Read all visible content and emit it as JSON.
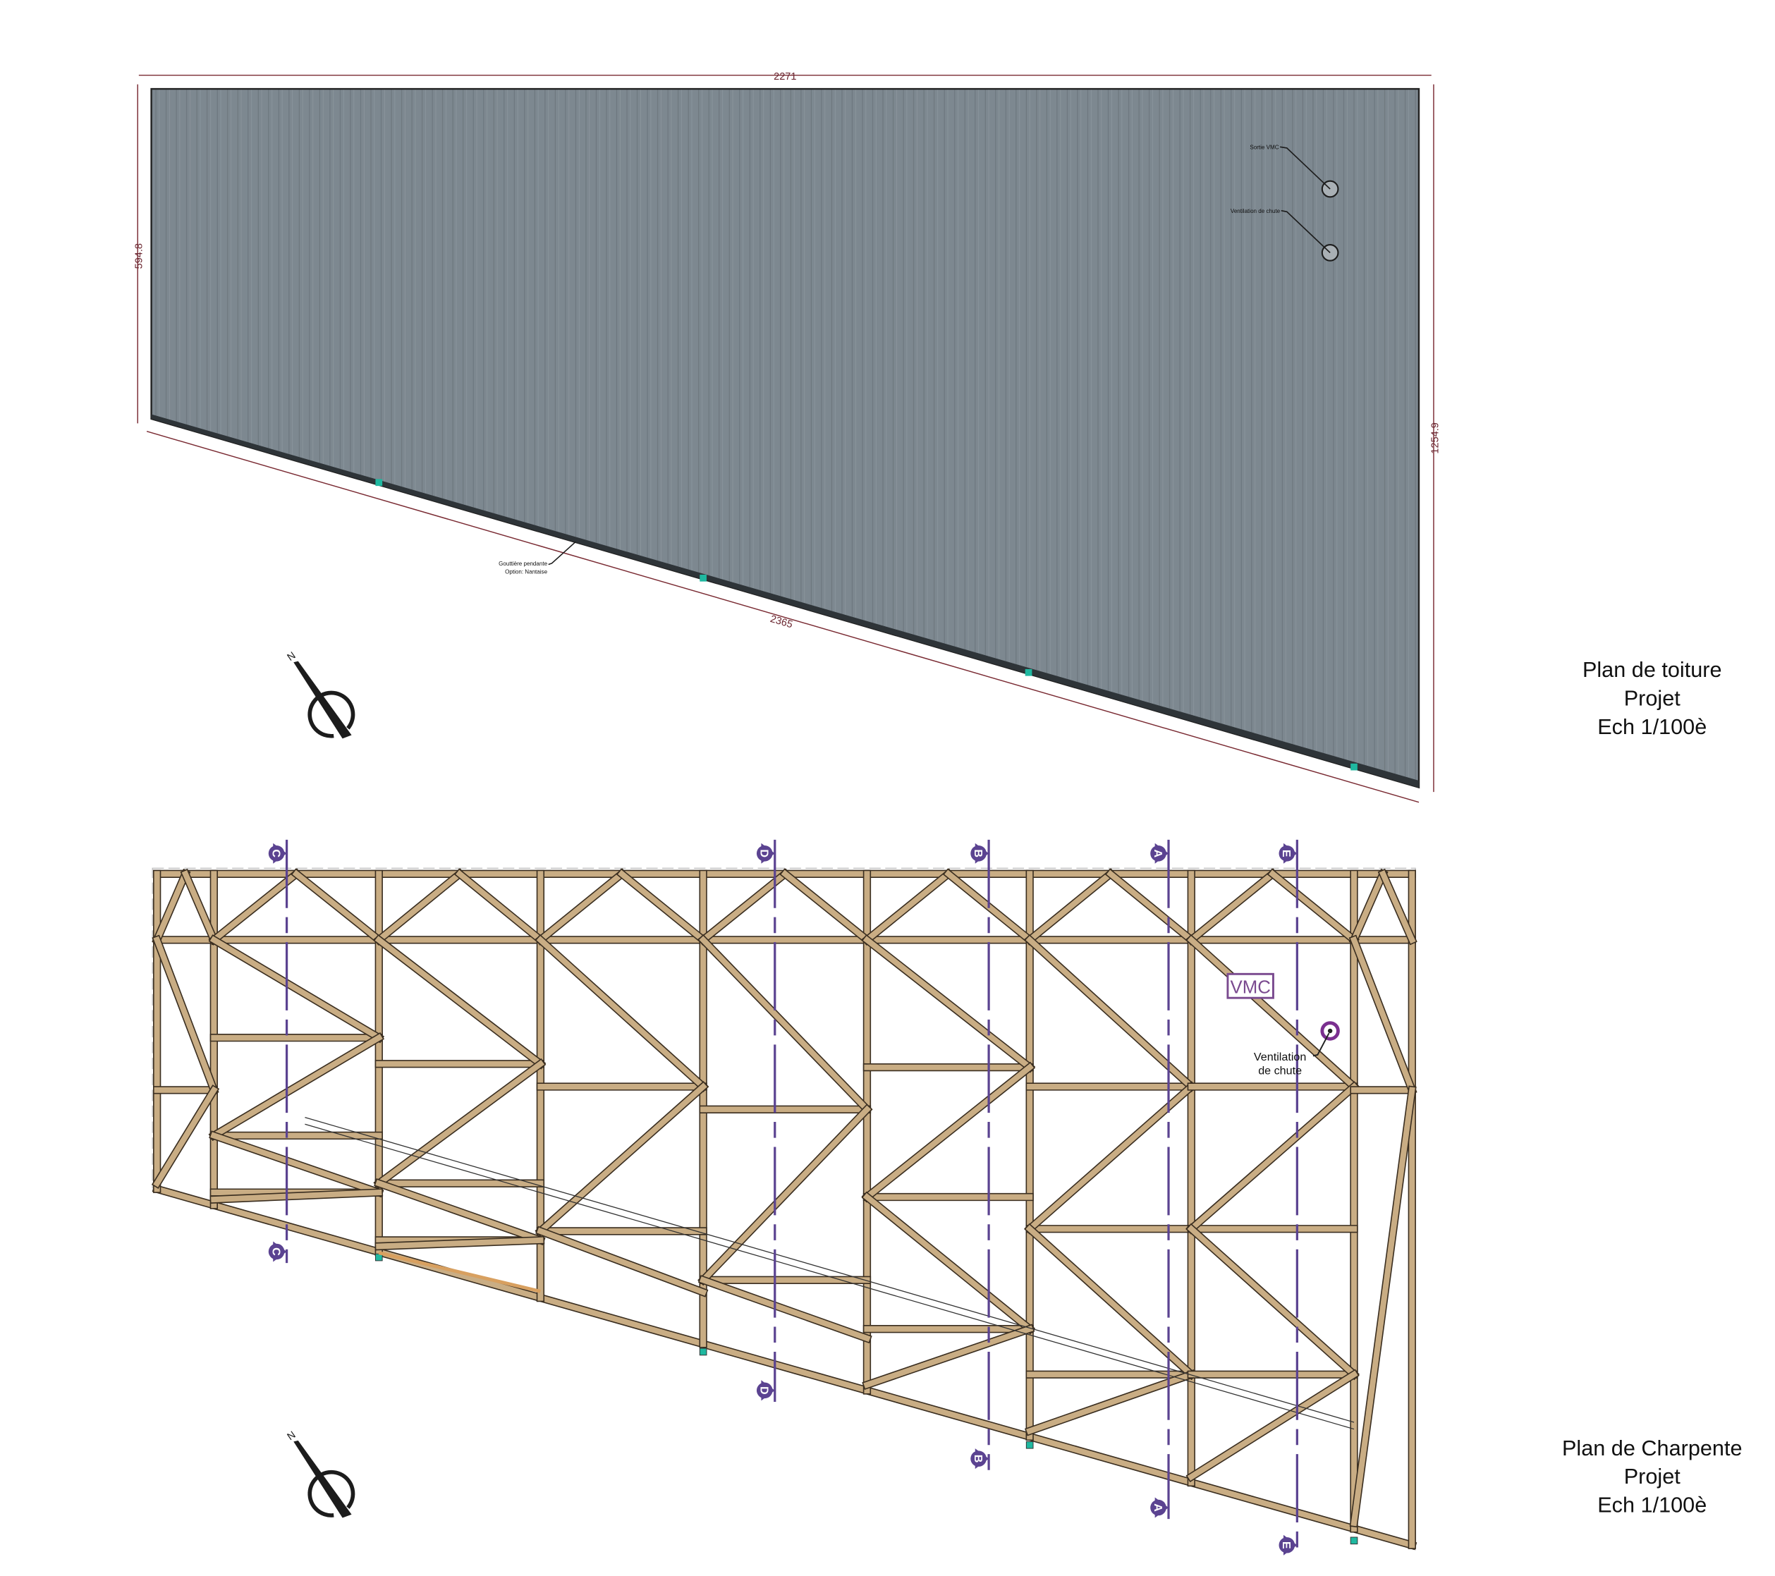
{
  "roof_plan": {
    "title_lines": [
      "Plan de toiture",
      "Projet",
      "Ech 1/100è"
    ],
    "dimensions": {
      "top": "2271",
      "left": "594.8",
      "right": "1254.9",
      "bottom": "2365"
    },
    "annotations": {
      "vmc_outlet": "Sortie VMC",
      "drain_vent": "Ventilation de chute",
      "gutter_line1": "Gouttière pendante",
      "gutter_line2": "Option: Nantaise"
    },
    "compass_label": "N"
  },
  "framing_plan": {
    "title_lines": [
      "Plan de Charpente",
      "Projet",
      "Ech 1/100è"
    ],
    "vmc_label": "VMC",
    "drain_vent_line1": "Ventilation",
    "drain_vent_line2": "de chute",
    "section_markers": [
      "C",
      "D",
      "B",
      "A",
      "E"
    ],
    "compass_label": "N"
  },
  "colors": {
    "roof": "#7d8890",
    "wood": "#c9ad84",
    "section": "#5b4391",
    "teal": "#1fb8a0",
    "dimension": "#7a2b33"
  }
}
